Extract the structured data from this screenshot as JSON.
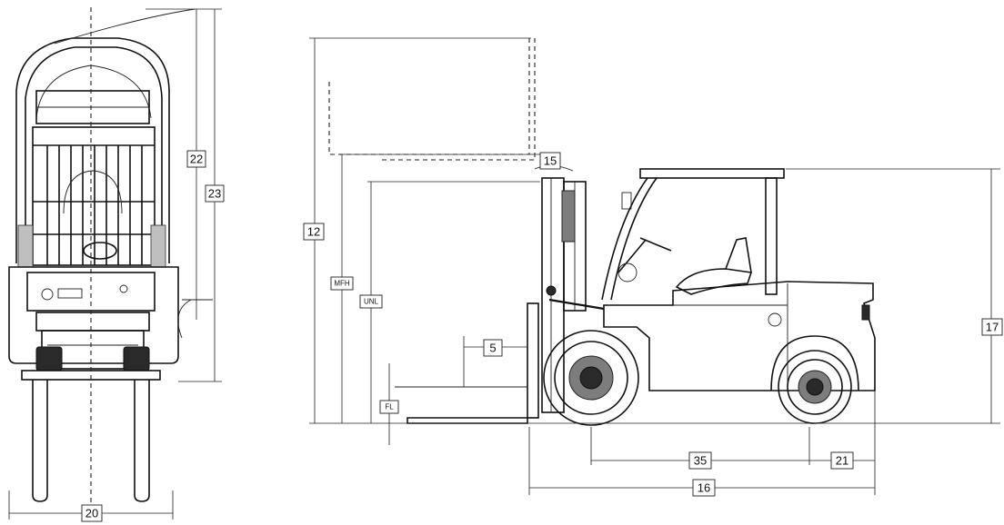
{
  "dimension_labels": {
    "d22": "22",
    "d23": "23",
    "d20": "20",
    "d12": "12",
    "dMFH": "MFH",
    "dUNL": "UNL",
    "d15": "15",
    "d5": "5",
    "dFL": "FL",
    "d17": "17",
    "d35": "35",
    "d21": "21",
    "d16": "16"
  }
}
